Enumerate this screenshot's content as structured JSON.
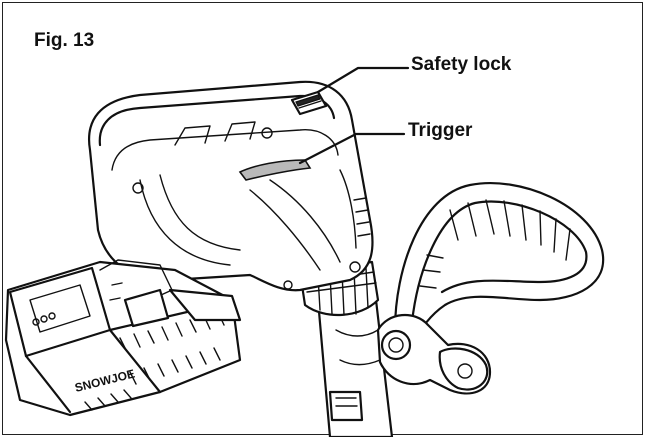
{
  "figure": {
    "label": "Fig. 13"
  },
  "callouts": [
    {
      "id": "safety-lock",
      "label": "Safety lock"
    },
    {
      "id": "trigger",
      "label": "Trigger"
    }
  ],
  "battery": {
    "brand_text": "SNOWJOE"
  }
}
